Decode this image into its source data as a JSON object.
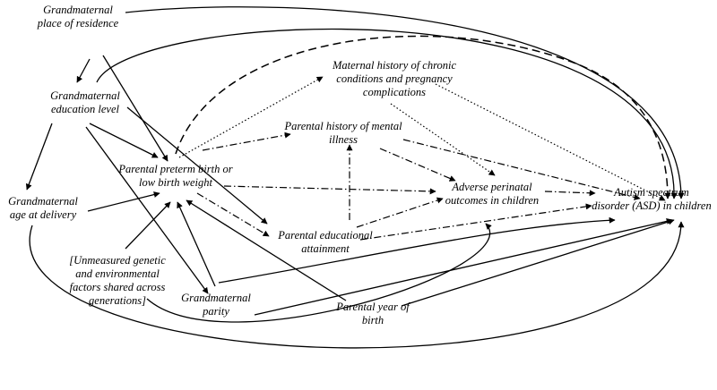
{
  "nodes": {
    "residence": {
      "lines": [
        "Grandmaternal",
        "place of residence"
      ]
    },
    "education": {
      "lines": [
        "Grandmaternal",
        "education level"
      ]
    },
    "age": {
      "lines": [
        "Grandmaternal",
        "age at delivery"
      ]
    },
    "preterm": {
      "lines": [
        "Parental preterm birth or",
        "low birth weight"
      ]
    },
    "chronic": {
      "lines": [
        "Maternal history of chronic",
        "conditions and pregnancy",
        "complications"
      ]
    },
    "mental": {
      "lines": [
        "Parental history of mental",
        "illness"
      ]
    },
    "parental_edu": {
      "lines": [
        "Parental educational",
        "attainment"
      ]
    },
    "perinatal": {
      "lines": [
        "Adverse perinatal",
        "outcomes in children"
      ]
    },
    "asd": {
      "lines": [
        "Autism spectrum",
        "disorder (ASD) in children"
      ]
    },
    "unmeasured": {
      "lines": [
        "[Unmeasured genetic",
        "and environmental",
        "factors shared across",
        "generations]"
      ]
    },
    "parity": {
      "lines": [
        "Grandmaternal",
        "parity"
      ]
    },
    "year": {
      "lines": [
        "Parental year of",
        "birth"
      ]
    }
  },
  "edge_styles": {
    "solid": "direct path",
    "dotted": "chronic conditions path",
    "dashed": "preterm to ASD path",
    "dashdot": "parental mediator path"
  }
}
